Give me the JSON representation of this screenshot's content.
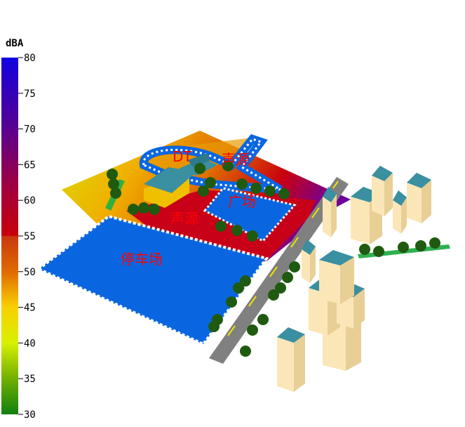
{
  "colorbar": {
    "unit": "dBA",
    "min": 30,
    "max": 80,
    "ticks": [
      "80",
      "75",
      "70",
      "65",
      "60",
      "55",
      "50",
      "45",
      "40",
      "35",
      "30"
    ],
    "stops": [
      {
        "value": 80,
        "color": "#1000e0"
      },
      {
        "value": 70,
        "color": "#5a0090"
      },
      {
        "value": 62,
        "color": "#a00040"
      },
      {
        "value": 55.1,
        "color": "#c8000a"
      },
      {
        "value": 54.9,
        "color": "#c83a10"
      },
      {
        "value": 50,
        "color": "#e06a00"
      },
      {
        "value": 45,
        "color": "#f8d000"
      },
      {
        "value": 40,
        "color": "#d8f000"
      },
      {
        "value": 35,
        "color": "#70b000"
      },
      {
        "value": 30,
        "color": "#108010"
      }
    ]
  },
  "labels": {
    "dt": "DT",
    "source_upper": "声源",
    "square": "广场",
    "source_lower": "声源",
    "parking": "停车场"
  },
  "colors": {
    "pavement": "#0a66e0",
    "building_wall": "#fbe6b8",
    "building_roof": "#3a8fa0",
    "tree": "#1f5a10",
    "road": "#808080",
    "label": "#ff0000"
  }
}
